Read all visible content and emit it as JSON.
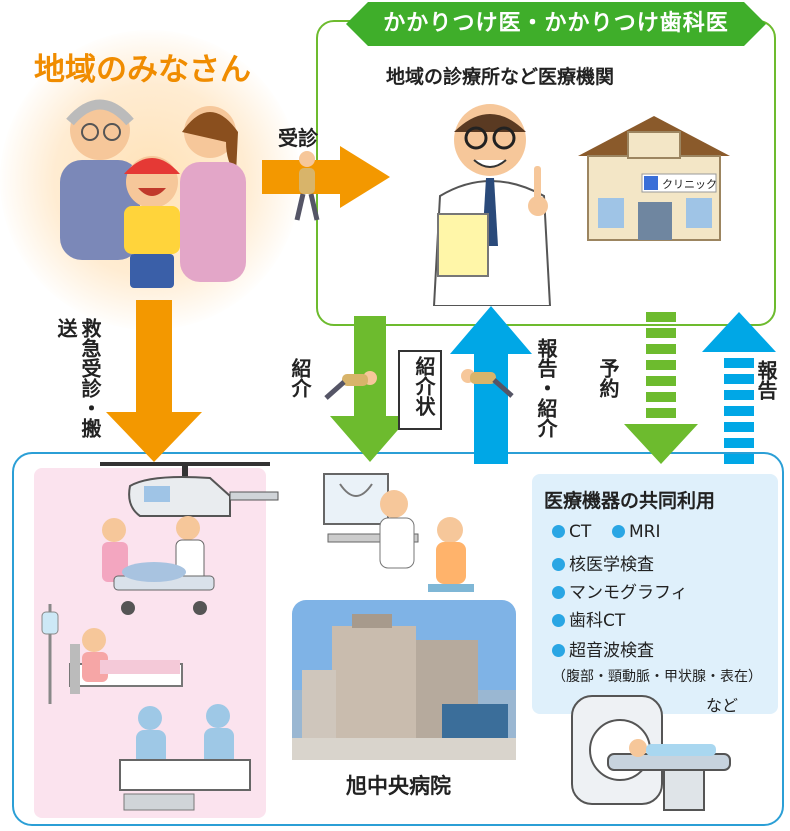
{
  "banner": {
    "label": "かかりつけ医・かかりつけ歯科医",
    "color": "#3fae2a"
  },
  "community": {
    "title": "地域のみなさん"
  },
  "clinic": {
    "title": "地域の診療所など医療機関",
    "sign": "クリニック"
  },
  "arrows": {
    "consult": "受診",
    "emergency": "救急受診・搬送",
    "referral": "紹介",
    "letter": "紹介状",
    "report_referral": "報告・紹介",
    "reservation": "予約",
    "report": "報告"
  },
  "equipment": {
    "title": "医療機器の共同利用",
    "items": [
      "CT",
      "MRI",
      "核医学検査",
      "マンモグラフィ",
      "歯科CT",
      "超音波検査"
    ],
    "note": "（腹部・頸動脈・甲状腺・表在）",
    "etc": "など"
  },
  "hospital": {
    "name": "旭中央病院"
  },
  "colors": {
    "orange": "#f39800",
    "green": "#6dbb2e",
    "blue": "#00a7e6",
    "frame_blue": "#2b9fd6"
  },
  "icons": [
    "family-illustration",
    "doctor-illustration",
    "clinic-building-illustration",
    "walking-patient-icon",
    "helicopter-illustration",
    "hospital-building-photo",
    "ct-scanner-illustration"
  ]
}
